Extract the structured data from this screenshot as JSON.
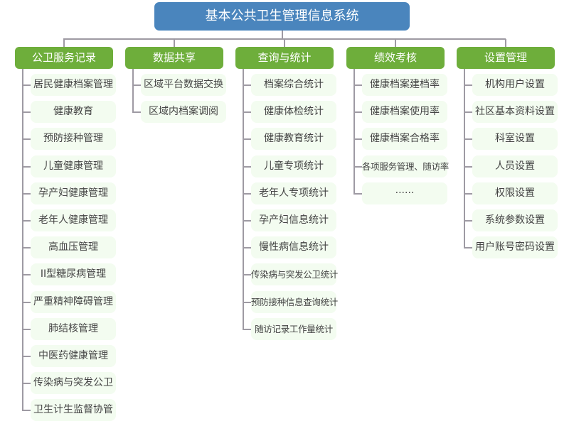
{
  "title": "基本公共卫生管理信息系统",
  "categories": [
    {
      "label": "公卫服务记录",
      "items": [
        "居民健康档案管理",
        "健康教育",
        "预防接种管理",
        "儿童健康管理",
        "孕产妇健康管理",
        "老年人健康管理",
        "高血压管理",
        "II型糖尿病管理",
        "严重精神障碍管理",
        "肺结核管理",
        "中医药健康管理",
        "传染病与突发公卫",
        "卫生计生监督协管"
      ]
    },
    {
      "label": "数据共享",
      "items": [
        "区域平台数据交换",
        "区域内档案调阅"
      ]
    },
    {
      "label": "查询与统计",
      "items": [
        "档案综合统计",
        "健康体检统计",
        "健康教育统计",
        "儿童专项统计",
        "老年人专项统计",
        "孕产妇信息统计",
        "慢性病信息统计",
        "传染病与突发公卫统计",
        "预防接种信息查询统计",
        "随访记录工作量统计"
      ]
    },
    {
      "label": "绩效考核",
      "items": [
        "健康档案建档率",
        "健康档案使用率",
        "健康档案合格率",
        "各项服务管理、随访率",
        "······"
      ]
    },
    {
      "label": "设置管理",
      "items": [
        "机构用户设置",
        "社区基本资料设置",
        "科室设置",
        "人员设置",
        "权限设置",
        "系统参数设置",
        "用户账号密码设置"
      ]
    }
  ],
  "colors": {
    "root": "#4a85bd",
    "category": "#6eae3b",
    "item_bg": "#f3fcf0",
    "connector": "#9e9aa3",
    "item_text": "#444444"
  }
}
